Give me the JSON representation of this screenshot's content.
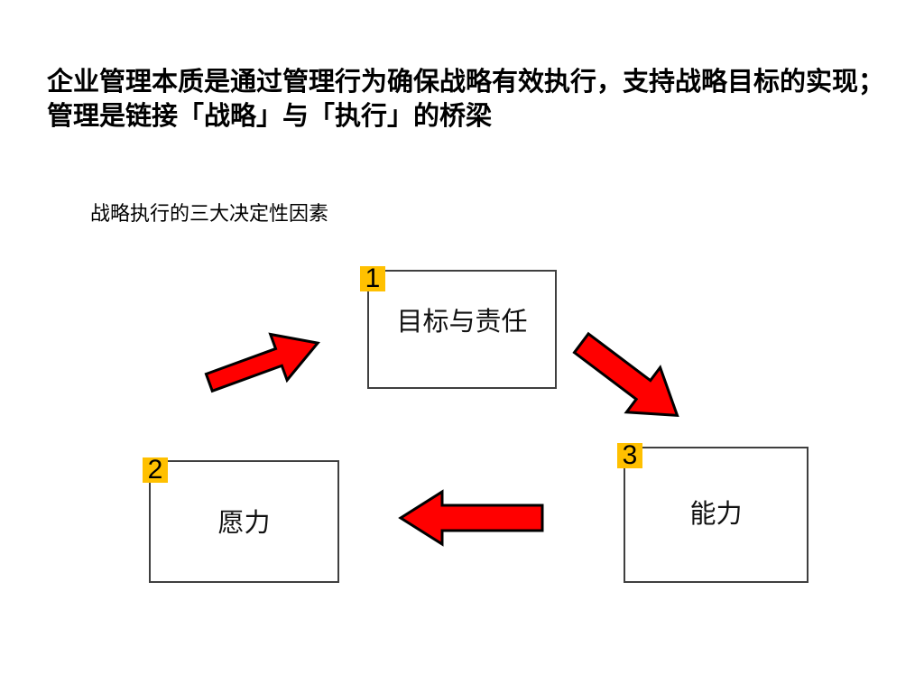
{
  "slide": {
    "background_color": "#ffffff",
    "title": "企业管理本质是通过管理行为确保战略有效执行，支持战略目标的实现；管理是链接「战略」与「执行」的桥梁",
    "subtitle": "战略执行的三大决定性因素"
  },
  "diagram": {
    "type": "cycle",
    "accent_color": "#FFC000",
    "arrow_color": "#FF0000",
    "arrow_outline_color": "#000000",
    "box_border_color": "#3f3f3f",
    "nodes": [
      {
        "number": "1",
        "label": "目标与责任",
        "name": "goals-and-responsibility"
      },
      {
        "number": "2",
        "label": "愿力",
        "name": "willpower"
      },
      {
        "number": "3",
        "label": "能力",
        "name": "capability"
      }
    ],
    "arrows": [
      {
        "name": "arrow-willpower-to-goals",
        "direction": "up-right",
        "color": "#FF0000"
      },
      {
        "name": "arrow-goals-to-capability",
        "direction": "down-right",
        "color": "#FF0000"
      },
      {
        "name": "arrow-capability-to-willpower",
        "direction": "left",
        "color": "#FF0000"
      }
    ]
  }
}
